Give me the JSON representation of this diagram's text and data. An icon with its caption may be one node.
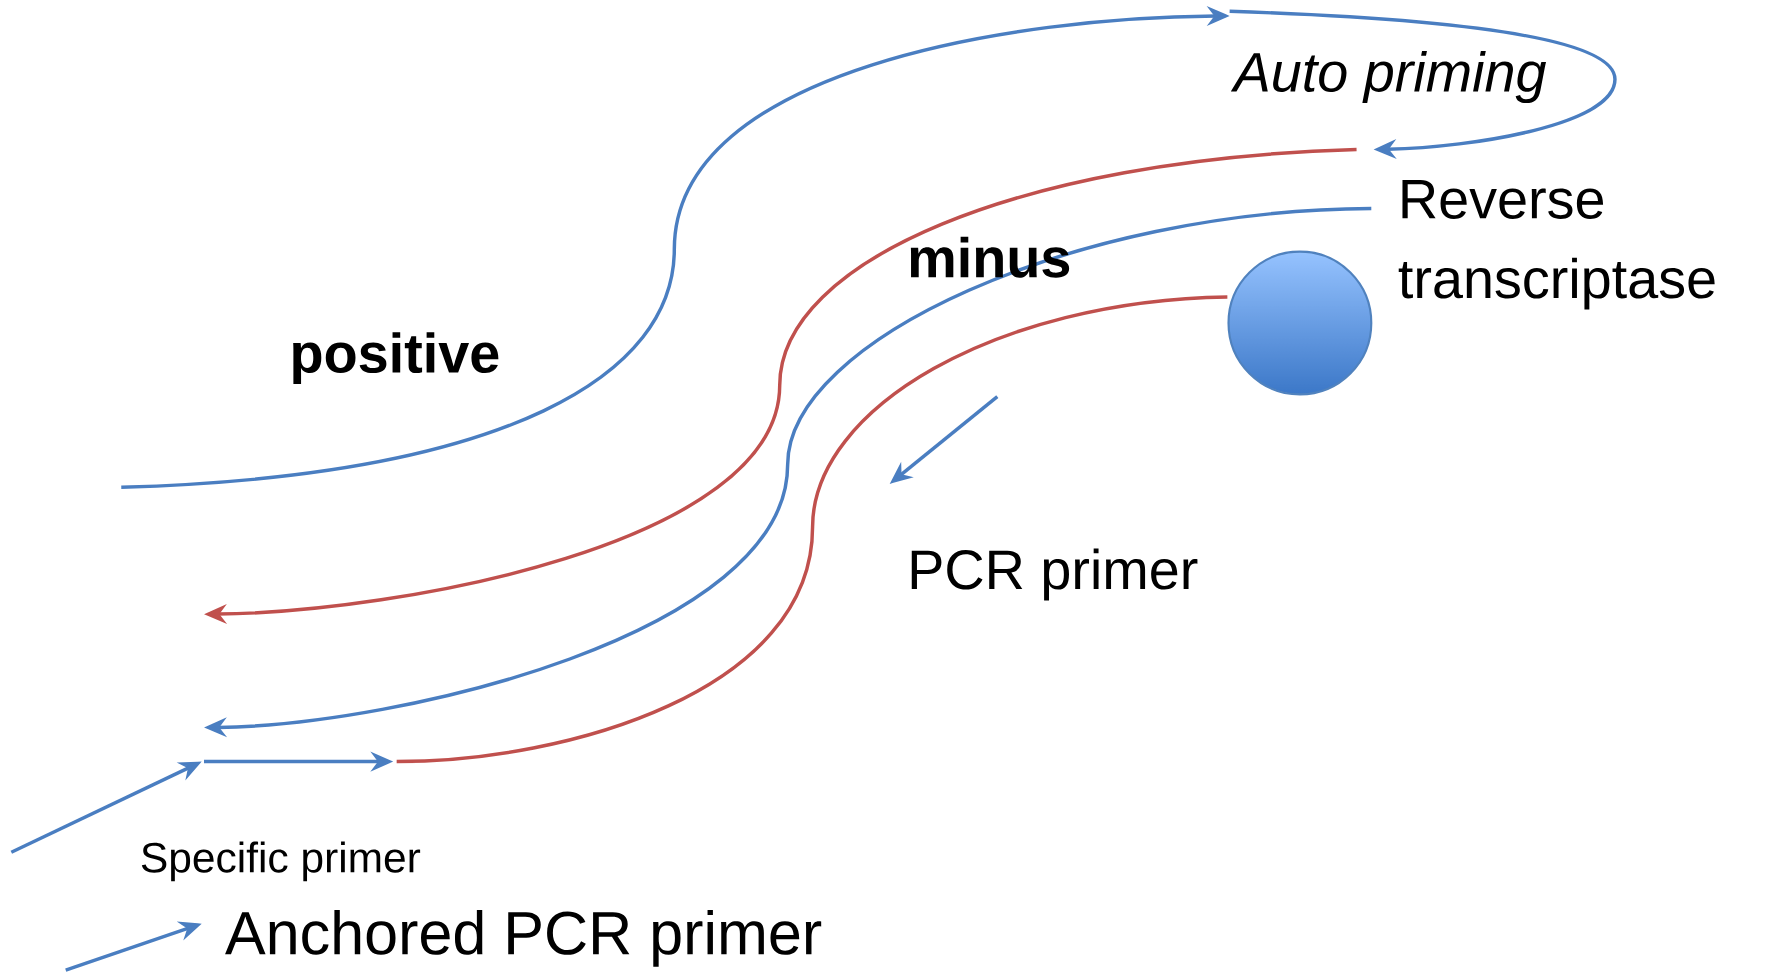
{
  "diagram": {
    "labels": [
      "Auto priming",
      "Reverse transcriptase",
      "minus",
      "positive",
      "PCR primer",
      "Specific primer",
      "Anchored PCR primer"
    ]
  }
}
